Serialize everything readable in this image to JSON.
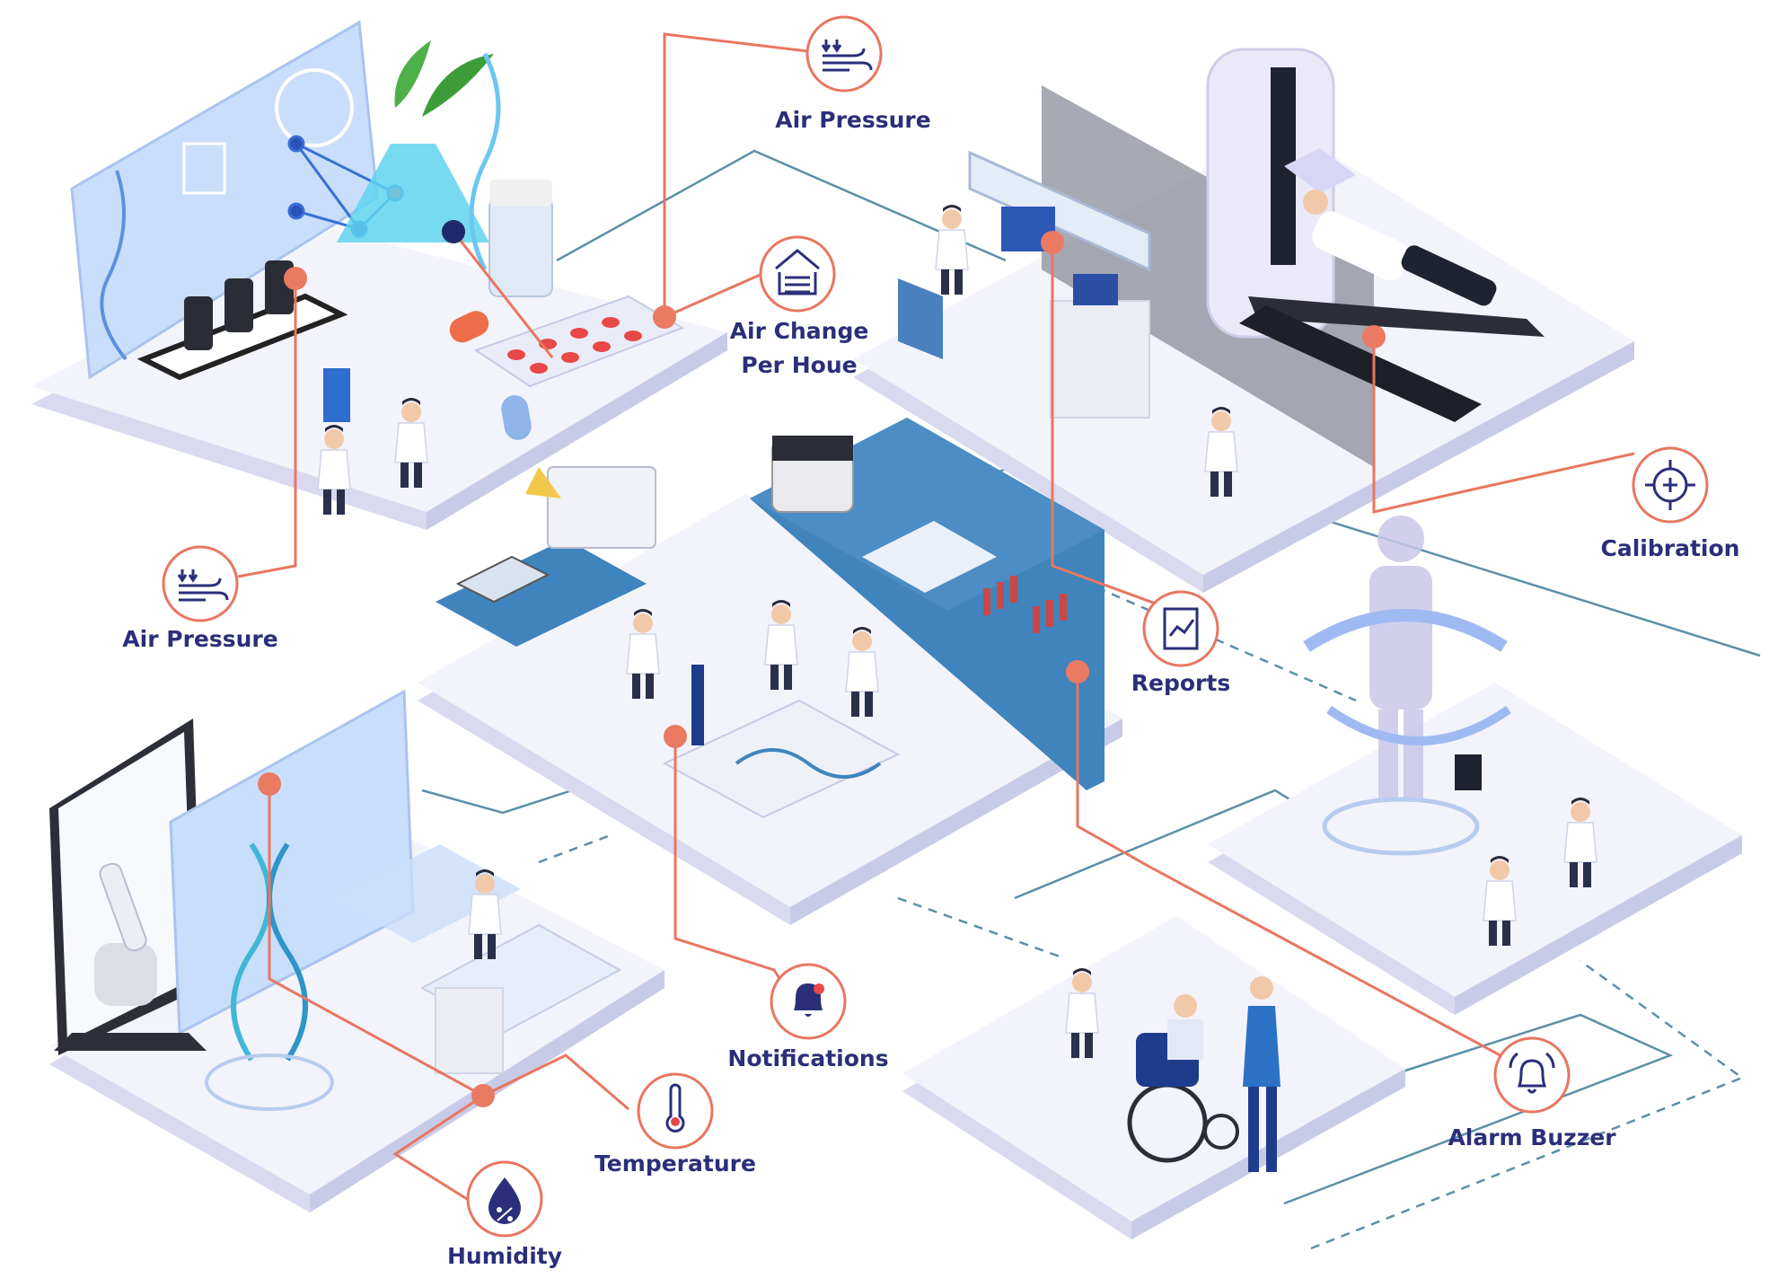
{
  "colors": {
    "accent": "#e9765f",
    "label": "#2b2f7a",
    "platform": "#f3f3fb",
    "platform_side": "#d9daf0",
    "network": "#5b8fa8",
    "desk_blue": "#3f84bd",
    "screen_blue": "#c9defa"
  },
  "sensors": [
    {
      "id": "air-pressure-top",
      "label": "Air Pressure",
      "icon": "air-pressure-icon"
    },
    {
      "id": "air-change",
      "label": "Air Change\nPer Houe",
      "icon": "air-change-icon"
    },
    {
      "id": "air-pressure-left",
      "label": "Air Pressure",
      "icon": "air-pressure-icon"
    },
    {
      "id": "calibration",
      "label": "Calibration",
      "icon": "calibration-icon"
    },
    {
      "id": "reports",
      "label": "Reports",
      "icon": "reports-icon"
    },
    {
      "id": "notifications",
      "label": "Notifications",
      "icon": "notification-bell-icon"
    },
    {
      "id": "temperature",
      "label": "Temperature",
      "icon": "thermometer-icon"
    },
    {
      "id": "humidity",
      "label": "Humidity",
      "icon": "humidity-icon"
    },
    {
      "id": "alarm-buzzer",
      "label": "Alarm Buzzer",
      "icon": "alarm-bell-icon"
    }
  ],
  "rooms": [
    {
      "id": "lab-research",
      "icon": "dna-molecule-icon"
    },
    {
      "id": "imaging-room",
      "icon": "mri-scanner-icon"
    },
    {
      "id": "sample-lab",
      "icon": "lab-bench-icon"
    },
    {
      "id": "genetics-desk",
      "icon": "robot-arm-icon"
    },
    {
      "id": "hologram-room",
      "icon": "body-scan-icon"
    },
    {
      "id": "patient-care",
      "icon": "wheelchair-icon"
    }
  ]
}
